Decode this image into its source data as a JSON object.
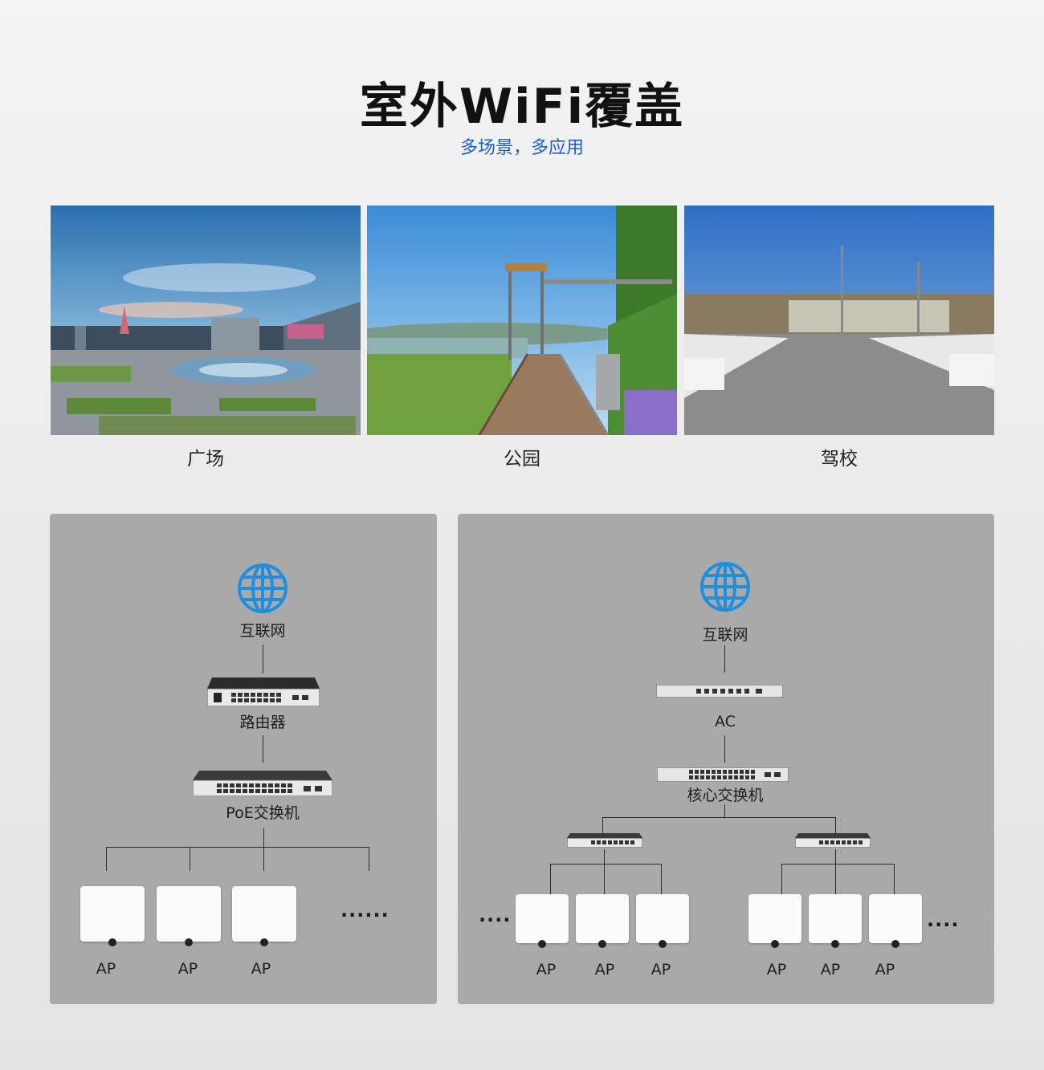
{
  "header": {
    "title": "室外WiFi覆盖",
    "subtitle": "多场景，多应用"
  },
  "scenes": [
    {
      "caption": "广场"
    },
    {
      "caption": "公园"
    },
    {
      "caption": "驾校"
    }
  ],
  "diagram_left": {
    "internet": "互联网",
    "router": "路由器",
    "poe_switch": "PoE交换机",
    "aps": [
      "AP",
      "AP",
      "AP"
    ],
    "ellipsis": "......"
  },
  "diagram_right": {
    "internet": "互联网",
    "ac": "AC",
    "core_switch": "核心交换机",
    "aps_left": [
      "AP",
      "AP",
      "AP"
    ],
    "aps_right": [
      "AP",
      "AP",
      "AP"
    ],
    "ellipsis_left": "....",
    "ellipsis_right": "...."
  },
  "colors": {
    "accent": "#1a5fd0",
    "globe": "#1f8fdd",
    "panel": "#a9a9a9"
  }
}
